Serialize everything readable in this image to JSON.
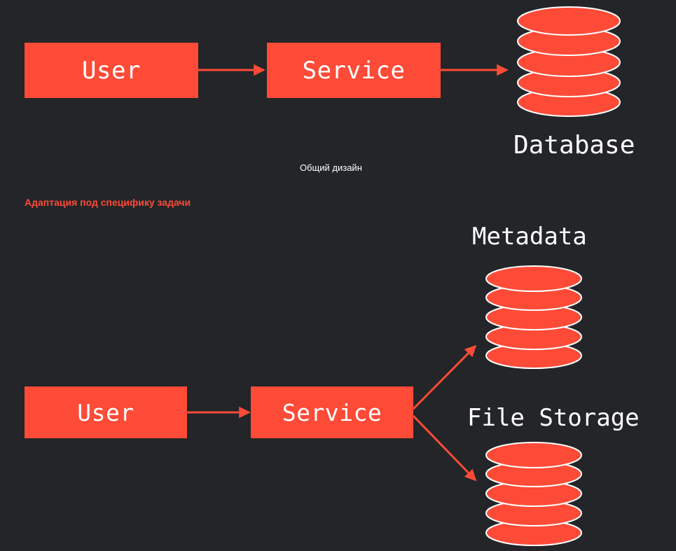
{
  "colors": {
    "background": "#232528",
    "accent": "#fd4b38",
    "text": "#ffffff"
  },
  "general_design": {
    "user_label": "User",
    "service_label": "Service",
    "database_label": "Database",
    "caption": "Общий дизайн"
  },
  "adapted_design": {
    "heading": "Адаптация под специфику задачи",
    "user_label": "User",
    "service_label": "Service",
    "metadata_label": "Metadata",
    "file_storage_label": "File Storage"
  },
  "icons": {
    "database": "database-stack-icon",
    "arrow": "arrow-right-icon"
  }
}
